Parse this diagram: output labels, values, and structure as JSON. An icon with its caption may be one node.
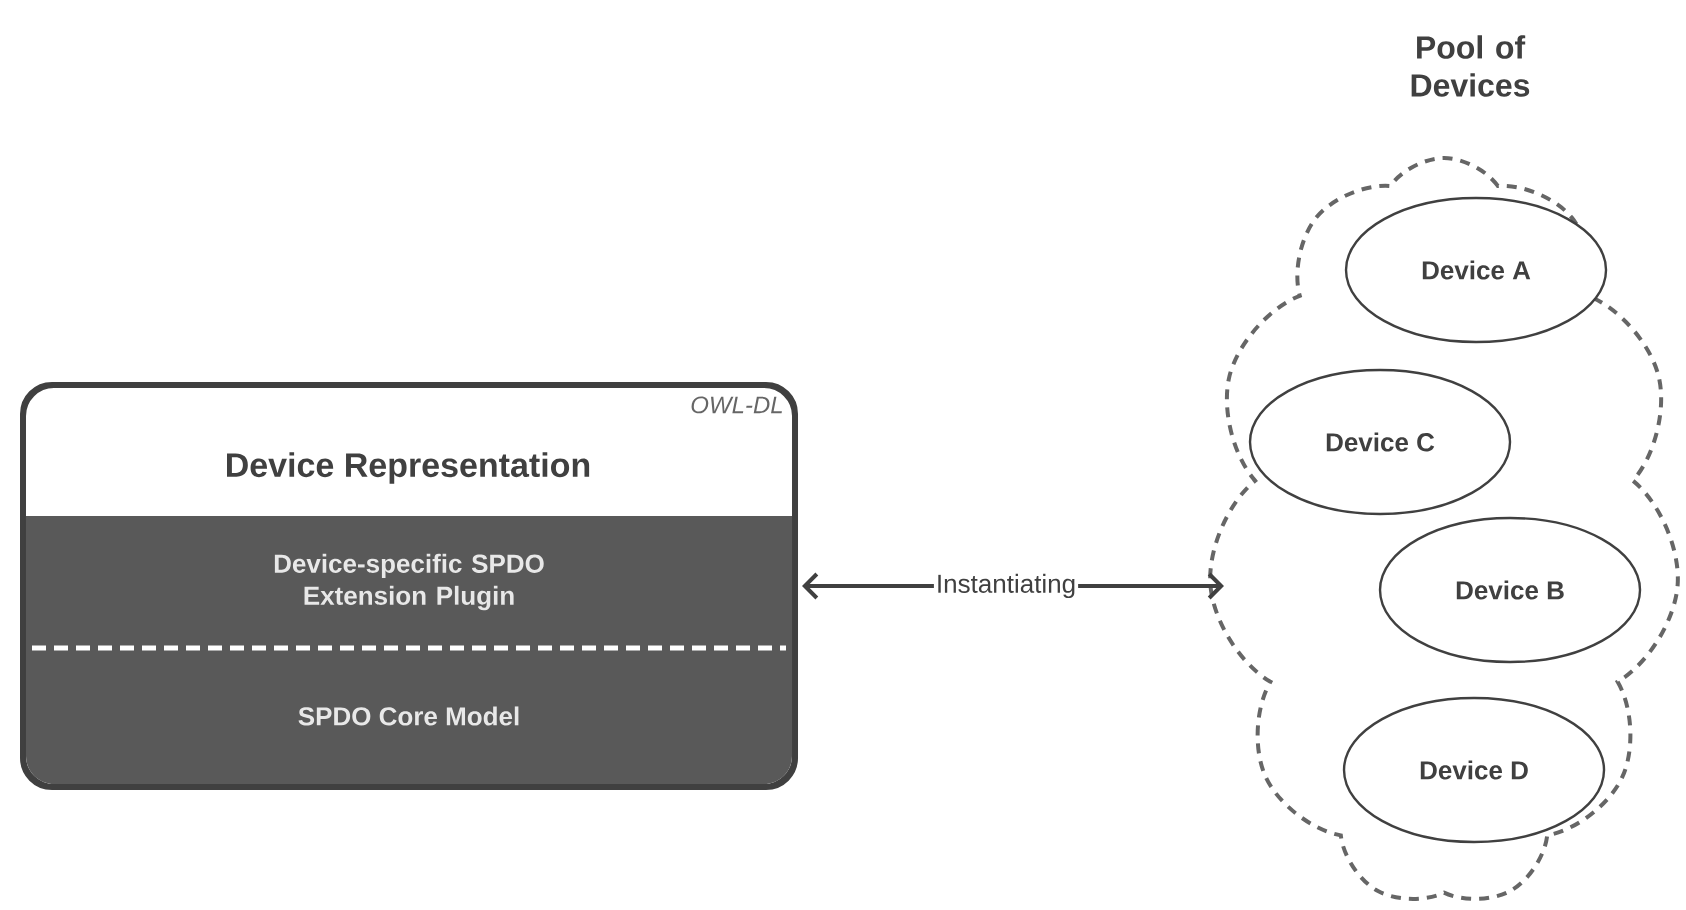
{
  "diagram": {
    "nodes": [
      {
        "text": [
          "OWL-DL",
          "Device Representation"
        ]
      },
      {
        "text": [
          "Device-specific SPDO Extension Plugin"
        ],
        "in": 0
      },
      {
        "text": [
          "SPDO Core Model"
        ],
        "in": 0
      },
      {
        "text": [
          "Pool of Devices"
        ]
      },
      {
        "text": [
          "Device A"
        ],
        "in": 3
      },
      {
        "text": [
          "Device C"
        ],
        "in": 3
      },
      {
        "text": [
          "Device B"
        ],
        "in": 3
      },
      {
        "text": [
          "Device D"
        ],
        "in": 3
      }
    ],
    "edges": [
      {
        "from": 0,
        "to": 3,
        "arrow": "both",
        "label": "Instantiating"
      }
    ]
  }
}
